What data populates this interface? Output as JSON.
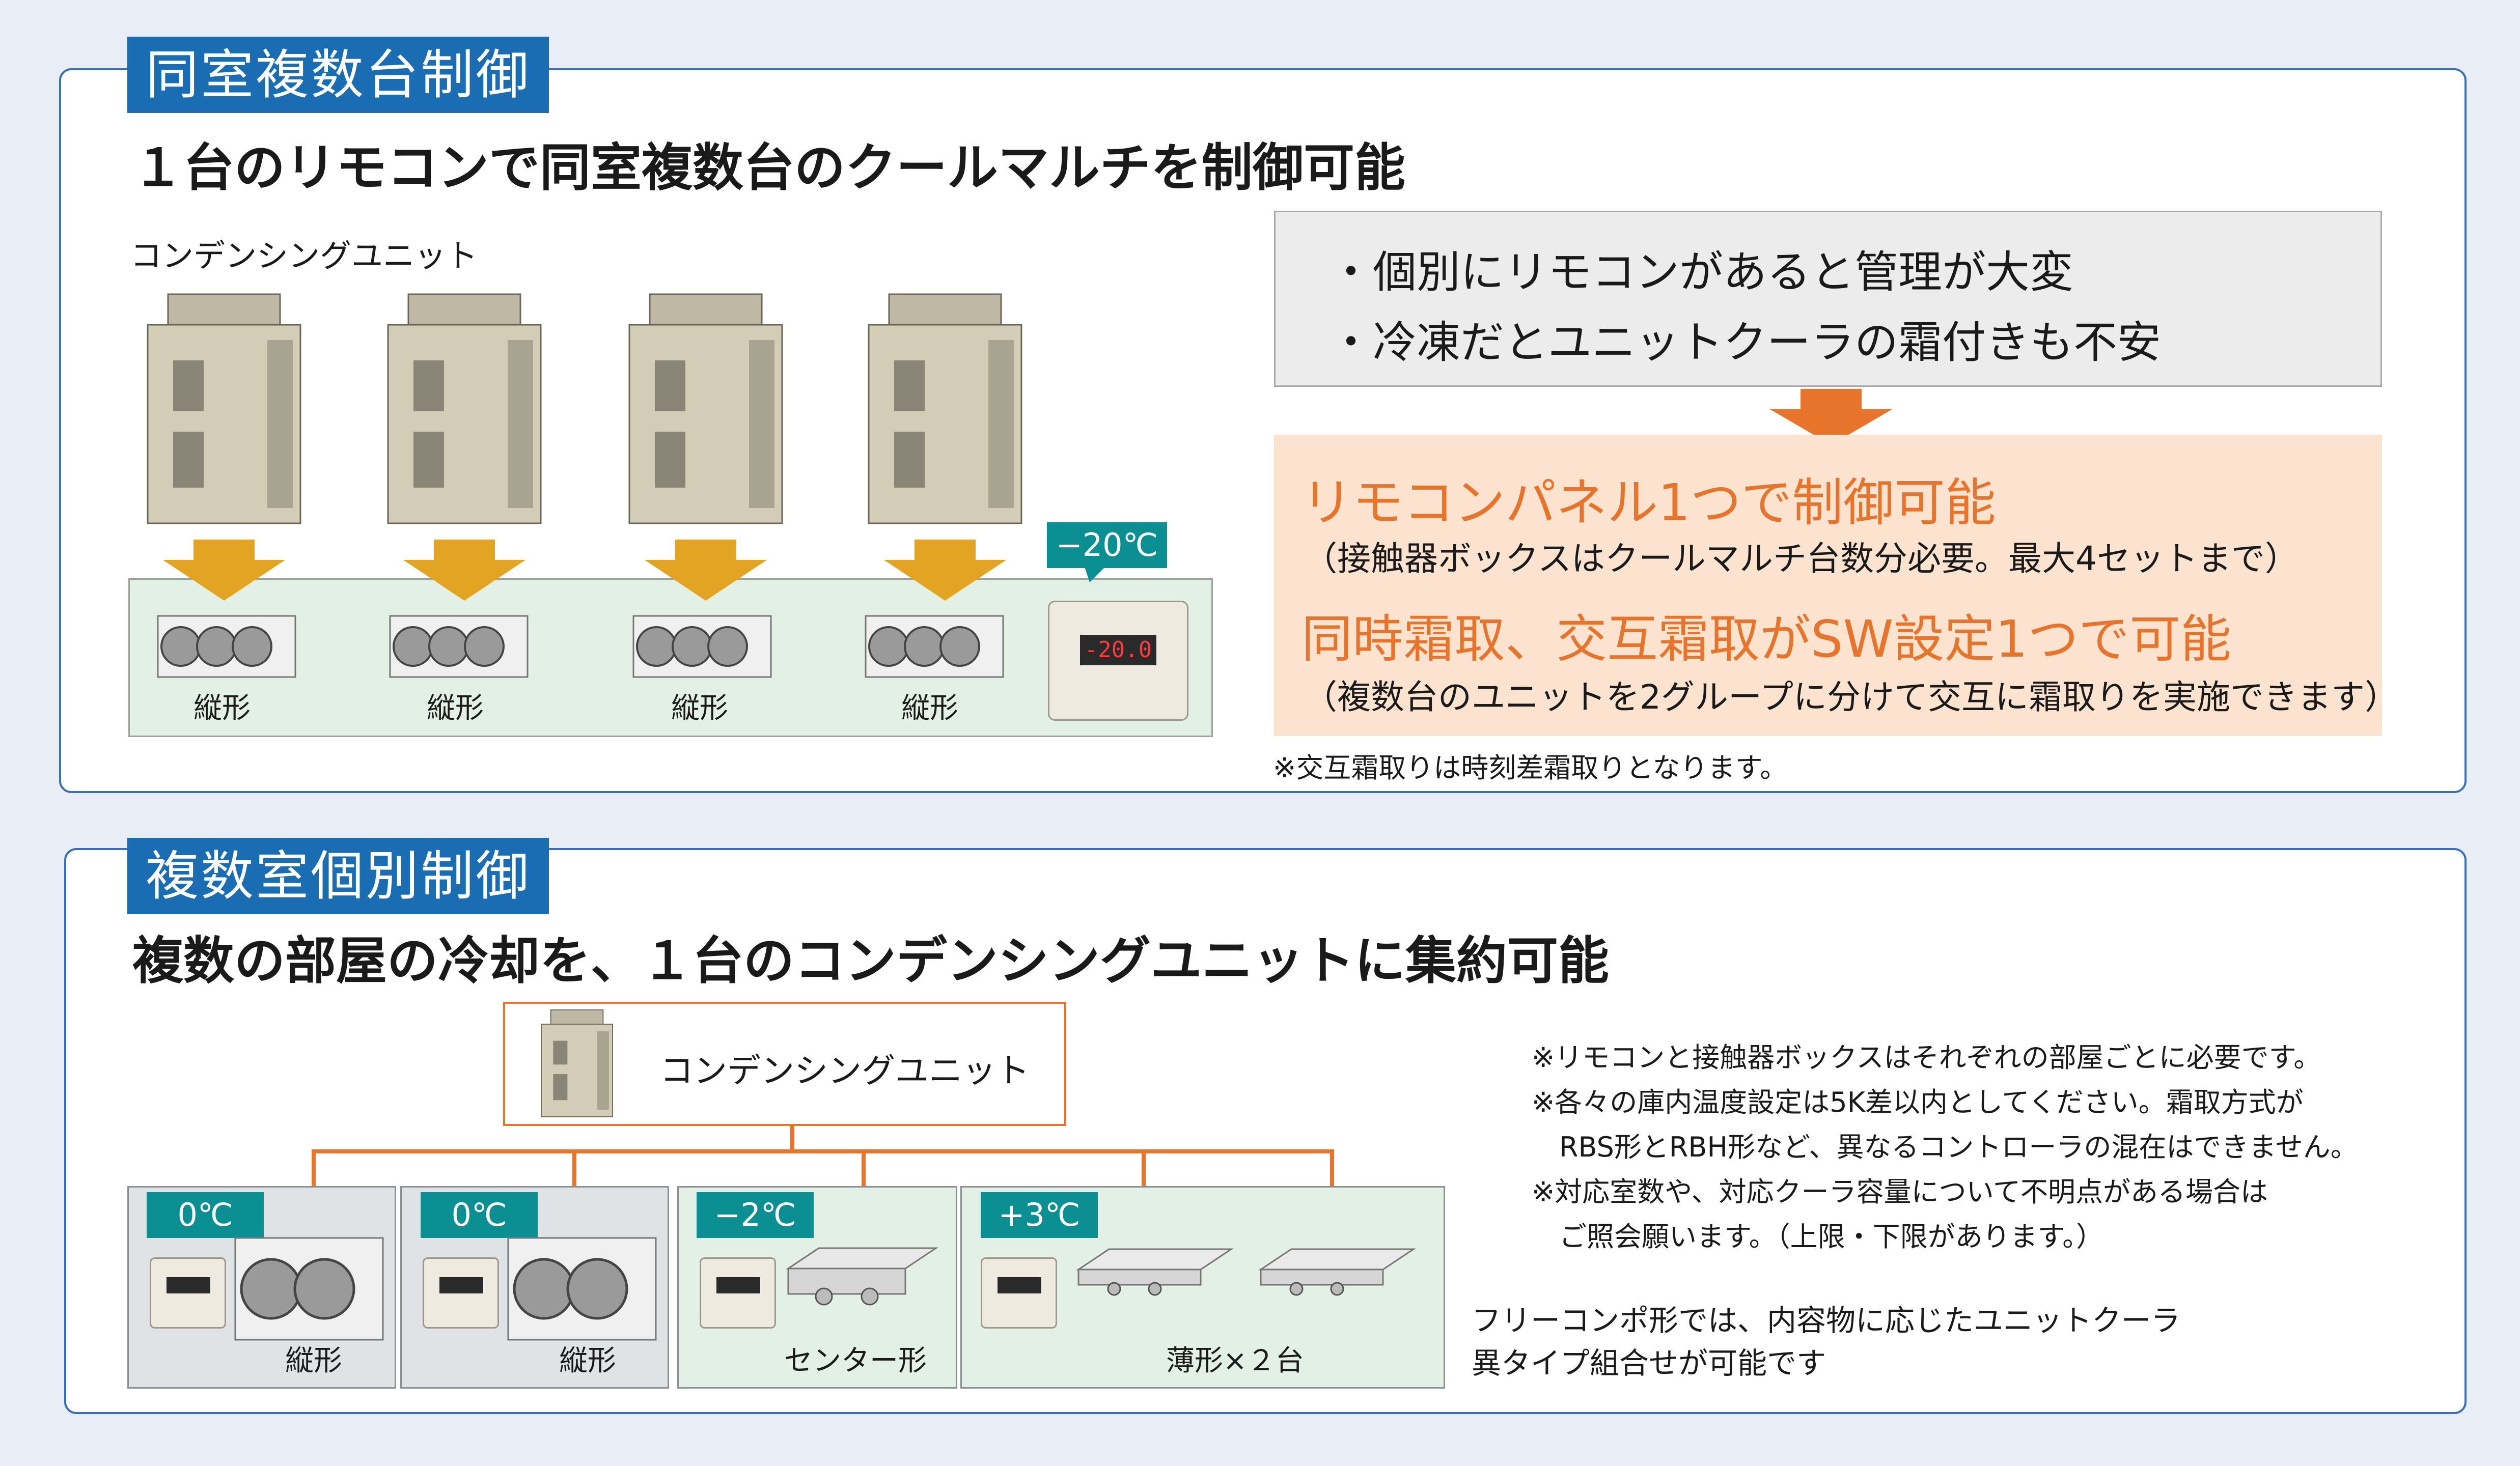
{
  "section1": {
    "tag": "同室複数台制御",
    "headline": "１台のリモコンで同室複数台のクールマルチを制御可能",
    "unit_label": "コンデンシングユニット",
    "temp": "−20℃",
    "display_value": "-20.0",
    "evaporators": [
      "縦形",
      "縦形",
      "縦形",
      "縦形"
    ],
    "concerns": [
      "・個別にリモコンがあると管理が大変",
      "・冷凍だとユニットクーラの霜付きも不安"
    ],
    "benefit1_title": "リモコンパネル1つで制御可能",
    "benefit1_note": "（接触器ボックスはクールマルチ台数分必要。最大4セットまで）",
    "benefit2_title": "同時霜取、交互霜取がSW設定1つで可能",
    "benefit2_note": "（複数台のユニットを2グループに分けて交互に霜取りを実施できます）",
    "footnote": "※交互霜取りは時刻差霜取りとなります。"
  },
  "section2": {
    "tag": "複数室個別制御",
    "headline": "複数の部屋の冷却を、１台のコンデンシングユニットに集約可能",
    "unit_label": "コンデンシングユニット",
    "rooms": [
      {
        "temp": "0℃",
        "label": "縦形"
      },
      {
        "temp": "0℃",
        "label": "縦形"
      },
      {
        "temp": "−2℃",
        "label": "センター形"
      },
      {
        "temp": "+3℃",
        "label": "薄形×２台"
      }
    ],
    "notes": [
      "※リモコンと接触器ボックスはそれぞれの部屋ごとに必要です。",
      "※各々の庫内温度設定は5K差以内としてください。霜取方式が",
      "　RBS形とRBH形など、異なるコントローラの混在はできません。",
      "※対応室数や、対応クーラ容量について不明点がある場合は",
      "　ご照会願います。（上限・下限があります。）"
    ],
    "free_note": [
      "フリーコンポ形では、内容物に応じたユニットクーラ",
      "異タイプ組合せが可能です"
    ]
  },
  "colors": {
    "blue": "#1b6db3",
    "teal": "#0c8f93",
    "orange": "#e8732a",
    "gold": "#e3a323",
    "room_green": "#e2f0e6",
    "room_gray": "#dfe3e6",
    "benefit_bg": "#fbe3d0"
  }
}
